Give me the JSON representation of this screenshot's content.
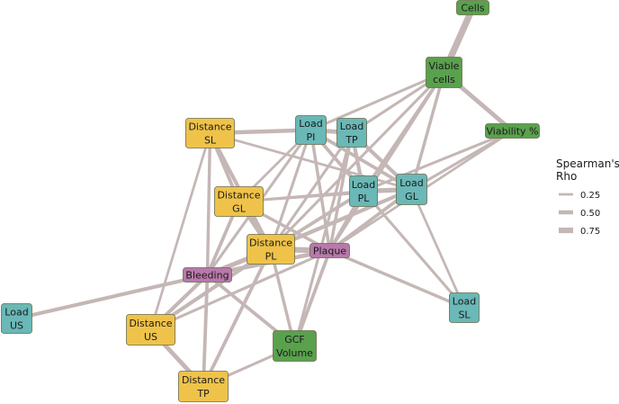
{
  "nodes": [
    {
      "id": "cells",
      "lines": [
        "Cells"
      ],
      "type": "green"
    },
    {
      "id": "viable",
      "lines": [
        "Viable",
        "cells"
      ],
      "type": "green"
    },
    {
      "id": "viability",
      "lines": [
        "Viability %"
      ],
      "type": "green"
    },
    {
      "id": "dist_sl",
      "lines": [
        "Distance",
        "SL"
      ],
      "type": "yellow"
    },
    {
      "id": "load_pi",
      "lines": [
        "Load",
        "PI"
      ],
      "type": "teal"
    },
    {
      "id": "load_tp",
      "lines": [
        "Load",
        "TP"
      ],
      "type": "teal"
    },
    {
      "id": "dist_gl",
      "lines": [
        "Distance",
        "GL"
      ],
      "type": "yellow"
    },
    {
      "id": "load_pl",
      "lines": [
        "Load",
        "PL"
      ],
      "type": "teal"
    },
    {
      "id": "load_gl",
      "lines": [
        "Load",
        "GL"
      ],
      "type": "teal"
    },
    {
      "id": "dist_pl",
      "lines": [
        "Distance",
        "PL"
      ],
      "type": "yellow"
    },
    {
      "id": "plaque",
      "lines": [
        "Plaque"
      ],
      "type": "purple"
    },
    {
      "id": "bleeding",
      "lines": [
        "Bleeding"
      ],
      "type": "purple"
    },
    {
      "id": "load_us",
      "lines": [
        "Load",
        "US"
      ],
      "type": "teal"
    },
    {
      "id": "load_sl",
      "lines": [
        "Load",
        "SL"
      ],
      "type": "teal"
    },
    {
      "id": "dist_us",
      "lines": [
        "Distance",
        "US"
      ],
      "type": "yellow"
    },
    {
      "id": "gcf",
      "lines": [
        "GCF",
        "Volume"
      ],
      "type": "green"
    },
    {
      "id": "dist_tp",
      "lines": [
        "Distance",
        "TP"
      ],
      "type": "yellow"
    }
  ],
  "edges": [
    {
      "from": "cells",
      "to": "viable",
      "rho": 0.9
    },
    {
      "from": "viable",
      "to": "viability",
      "rho": 0.55
    },
    {
      "from": "viable",
      "to": "load_tp",
      "rho": 0.3
    },
    {
      "from": "viable",
      "to": "load_pi",
      "rho": 0.3
    },
    {
      "from": "viable",
      "to": "load_pl",
      "rho": 0.35
    },
    {
      "from": "viable",
      "to": "load_gl",
      "rho": 0.35
    },
    {
      "from": "viable",
      "to": "plaque",
      "rho": 0.3
    },
    {
      "from": "viable",
      "to": "dist_pl",
      "rho": 0.3
    },
    {
      "from": "viability",
      "to": "load_gl",
      "rho": 0.3
    },
    {
      "from": "viability",
      "to": "load_pl",
      "rho": 0.3
    },
    {
      "from": "viability",
      "to": "plaque",
      "rho": 0.25
    },
    {
      "from": "dist_sl",
      "to": "load_pi",
      "rho": 0.5
    },
    {
      "from": "dist_sl",
      "to": "dist_gl",
      "rho": 0.4
    },
    {
      "from": "dist_sl",
      "to": "dist_pl",
      "rho": 0.45
    },
    {
      "from": "dist_sl",
      "to": "bleeding",
      "rho": 0.35
    },
    {
      "from": "dist_sl",
      "to": "load_gl",
      "rho": 0.25
    },
    {
      "from": "dist_sl",
      "to": "dist_us",
      "rho": 0.25
    },
    {
      "from": "load_pi",
      "to": "load_tp",
      "rho": 0.55
    },
    {
      "from": "load_pi",
      "to": "load_pl",
      "rho": 0.4
    },
    {
      "from": "load_pi",
      "to": "load_gl",
      "rho": 0.4
    },
    {
      "from": "load_pi",
      "to": "plaque",
      "rho": 0.35
    },
    {
      "from": "load_pi",
      "to": "dist_pl",
      "rho": 0.3
    },
    {
      "from": "load_pi",
      "to": "dist_gl",
      "rho": 0.25
    },
    {
      "from": "load_pi",
      "to": "bleeding",
      "rho": 0.3
    },
    {
      "from": "load_tp",
      "to": "load_pl",
      "rho": 0.45
    },
    {
      "from": "load_tp",
      "to": "load_gl",
      "rho": 0.45
    },
    {
      "from": "load_tp",
      "to": "plaque",
      "rho": 0.35
    },
    {
      "from": "load_tp",
      "to": "dist_pl",
      "rho": 0.3
    },
    {
      "from": "load_tp",
      "to": "gcf",
      "rho": 0.3
    },
    {
      "from": "load_pl",
      "to": "load_gl",
      "rho": 0.6
    },
    {
      "from": "load_pl",
      "to": "plaque",
      "rho": 0.4
    },
    {
      "from": "load_pl",
      "to": "dist_pl",
      "rho": 0.4
    },
    {
      "from": "load_pl",
      "to": "load_sl",
      "rho": 0.3
    },
    {
      "from": "load_pl",
      "to": "dist_gl",
      "rho": 0.25
    },
    {
      "from": "load_gl",
      "to": "plaque",
      "rho": 0.4
    },
    {
      "from": "load_gl",
      "to": "dist_pl",
      "rho": 0.45
    },
    {
      "from": "load_gl",
      "to": "load_sl",
      "rho": 0.25
    },
    {
      "from": "load_gl",
      "to": "bleeding",
      "rho": 0.35
    },
    {
      "from": "load_gl",
      "to": "dist_gl",
      "rho": 0.25
    },
    {
      "from": "dist_gl",
      "to": "dist_pl",
      "rho": 0.55
    },
    {
      "from": "dist_gl",
      "to": "bleeding",
      "rho": 0.4
    },
    {
      "from": "dist_gl",
      "to": "plaque",
      "rho": 0.35
    },
    {
      "from": "dist_pl",
      "to": "plaque",
      "rho": 0.75
    },
    {
      "from": "dist_pl",
      "to": "bleeding",
      "rho": 0.6
    },
    {
      "from": "dist_pl",
      "to": "dist_us",
      "rho": 0.45
    },
    {
      "from": "dist_pl",
      "to": "dist_tp",
      "rho": 0.4
    },
    {
      "from": "dist_pl",
      "to": "gcf",
      "rho": 0.35
    },
    {
      "from": "plaque",
      "to": "bleeding",
      "rho": 0.5
    },
    {
      "from": "plaque",
      "to": "load_sl",
      "rho": 0.35
    },
    {
      "from": "plaque",
      "to": "gcf",
      "rho": 0.4
    },
    {
      "from": "plaque",
      "to": "dist_us",
      "rho": 0.3
    },
    {
      "from": "bleeding",
      "to": "load_us",
      "rho": 0.45
    },
    {
      "from": "bleeding",
      "to": "dist_us",
      "rho": 0.45
    },
    {
      "from": "bleeding",
      "to": "dist_tp",
      "rho": 0.4
    },
    {
      "from": "bleeding",
      "to": "gcf",
      "rho": 0.4
    },
    {
      "from": "dist_us",
      "to": "dist_tp",
      "rho": 0.55
    },
    {
      "from": "dist_tp",
      "to": "gcf",
      "rho": 0.3
    }
  ],
  "legend": {
    "title_line1": "Spearman's",
    "title_line2": "Rho",
    "items": [
      {
        "label": "0.25",
        "rho": 0.25
      },
      {
        "label": "0.50",
        "rho": 0.5
      },
      {
        "label": "0.75",
        "rho": 0.75
      }
    ]
  },
  "colors": {
    "edge": "#c4b7b5",
    "green": "#5aa14e",
    "yellow": "#efc34a",
    "teal": "#6ab8b7",
    "purple": "#b879ab",
    "border": "#6b6b4a"
  }
}
